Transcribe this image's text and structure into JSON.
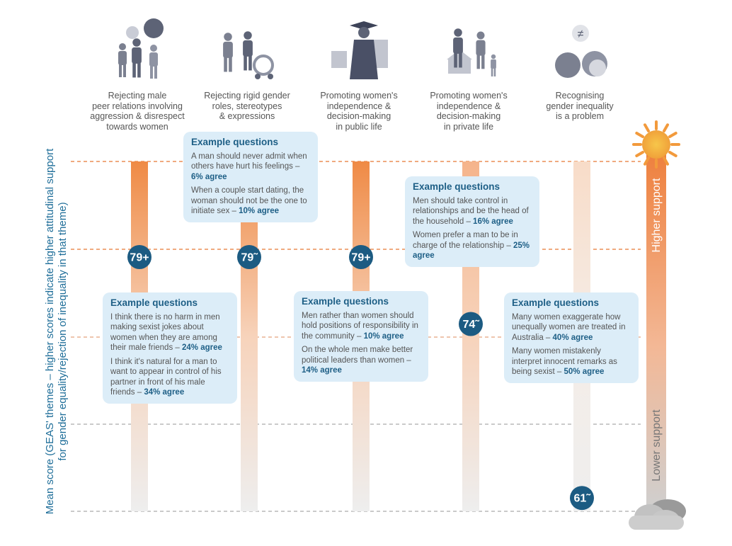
{
  "chart_data": {
    "type": "bar",
    "ylabel": "Mean score (GEAS' themes – higher scores indicate higher attitudinal support for gender equality/rejection of inequality in that theme)",
    "categories": [
      "Rejecting male peer relations involving aggression & disrespect towards women",
      "Rejecting rigid gender roles, stereotypes & expressions",
      "Promoting women's independence & decision-making in public life",
      "Promoting women's independence & decision-making in private life",
      "Recognising gender inequality is a problem"
    ],
    "values": [
      79,
      79,
      79,
      74,
      61
    ],
    "value_labels": [
      "79+",
      "79˜",
      "79+",
      "74˜",
      "61˜"
    ],
    "scale_labels": {
      "high": "Higher support",
      "low": "Lower support"
    },
    "colors": {
      "accent": "#1c5b82",
      "high": "#ec8a45",
      "low": "#c9c9c9",
      "card": "#dcedf8",
      "sun": "#f2a93b"
    }
  },
  "themes": [
    {
      "label_lines": [
        "Rejecting male",
        "peer relations involving",
        "aggression & disrespect",
        "towards women"
      ],
      "icon": "group-arguing-icon"
    },
    {
      "label_lines": [
        "Rejecting rigid gender",
        "roles, stereotypes",
        "& expressions"
      ],
      "icon": "worker-and-parent-with-pram-icon"
    },
    {
      "label_lines": [
        "Promoting women's",
        "independence &",
        "decision-making",
        "in public life"
      ],
      "icon": "graduate-woman-city-icon"
    },
    {
      "label_lines": [
        "Promoting women's",
        "independence &",
        "decision-making",
        "in private life"
      ],
      "icon": "family-home-icon"
    },
    {
      "label_lines": [
        "Recognising",
        "gender inequality",
        "is a problem"
      ],
      "icon": "not-equal-heads-icon"
    }
  ],
  "cards": [
    {
      "heading": "Example questions",
      "items": [
        {
          "text": "I think there is no harm in men making sexist jokes about women when they are among their male friends – ",
          "stat": "24% agree"
        },
        {
          "text": "I think it's natural for a man to want to appear in control of his partner in front of his male friends – ",
          "stat": "34% agree"
        }
      ]
    },
    {
      "heading": "Example questions",
      "items": [
        {
          "text": "A man should never admit when others have hurt his feelings – ",
          "stat": "6% agree"
        },
        {
          "text": "When a couple start dating, the woman should not be the one to initiate sex – ",
          "stat": "10% agree"
        }
      ]
    },
    {
      "heading": "Example questions",
      "items": [
        {
          "text": "Men rather than women should hold positions of responsibility in the community – ",
          "stat": "10% agree"
        },
        {
          "text": "On the whole men make better political leaders than women – ",
          "stat": "14% agree"
        }
      ]
    },
    {
      "heading": "Example questions",
      "items": [
        {
          "text": "Men should take control in relationships and be the head of the household –  ",
          "stat": "16% agree"
        },
        {
          "text": "Women prefer a man to be in charge of the relationship – ",
          "stat": "25% agree"
        }
      ]
    },
    {
      "heading": "Example questions",
      "items": [
        {
          "text": "Many women exaggerate how unequally women are treated in Australia – ",
          "stat": "40% agree"
        },
        {
          "text": "Many women mistakenly interpret innocent remarks as being sexist – ",
          "stat": "50% agree"
        }
      ]
    }
  ]
}
